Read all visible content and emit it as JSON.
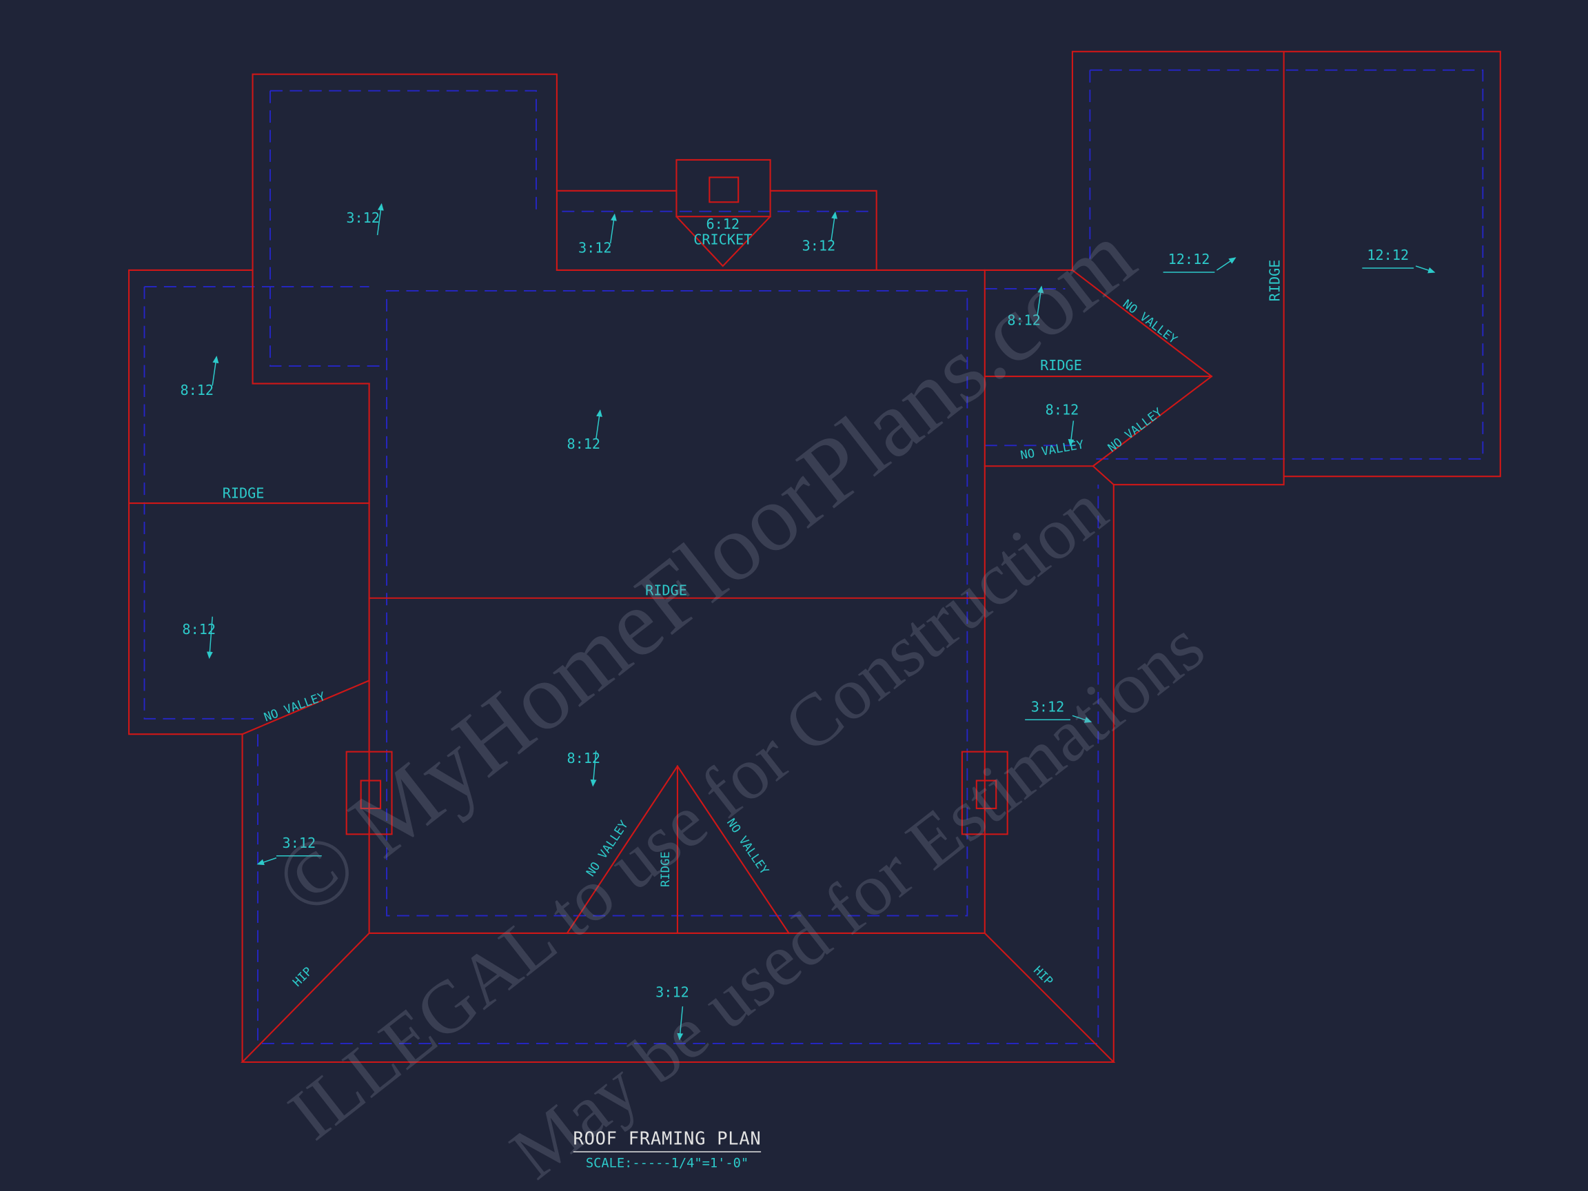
{
  "title_block": {
    "title": "ROOF FRAMING PLAN",
    "scale": "SCALE:-----1/4\"=1'-0\""
  },
  "watermark": {
    "line1": "© MyHomeFloorPlans.com",
    "line2": "ILLEGAL to use for Construction",
    "line3": "May be used for Estimations"
  },
  "colors": {
    "background": "#1f2438",
    "roof_line_red": "#cf1717",
    "overhang_dashed_blue": "#2626c8",
    "annotation_cyan": "#2dcaca",
    "title_text": "#e3e3e3",
    "watermark_gray": "#8f94a8"
  },
  "labels": {
    "tl_slope": "3:12",
    "porch_left_slope": "3:12",
    "cricket_slope": "6:12",
    "cricket_label": "CRICKET",
    "porch_right_slope": "3:12",
    "left_upper_slope": "8:12",
    "left_ridge": "RIDGE",
    "left_lower_slope": "8:12",
    "left_no_valley": "NO VALLEY",
    "central_upper_slope": "8:12",
    "central_ridge": "RIDGE",
    "central_lower_slope": "8:12",
    "tri_no_valley_left": "NO VALLEY",
    "tri_ridge": "RIDGE",
    "tri_no_valley_right": "NO VALLEY",
    "hip_left": "HIP",
    "bottom_slope": "3:12",
    "hip_right": "HIP",
    "bl_slope": "3:12",
    "right_slope": "3:12",
    "ext_upper_slope": "8:12",
    "ext_no_valley_upper": "NO VALLEY",
    "ext_ridge": "RIDGE",
    "ext_lower_slope": "8:12",
    "ext_no_valley_mid": "NO VALLEY",
    "ext_no_valley_lower": "NO VALLEY",
    "tr_left_slope": "12:12",
    "tr_right_slope": "12:12",
    "tr_ridge": "RIDGE"
  }
}
